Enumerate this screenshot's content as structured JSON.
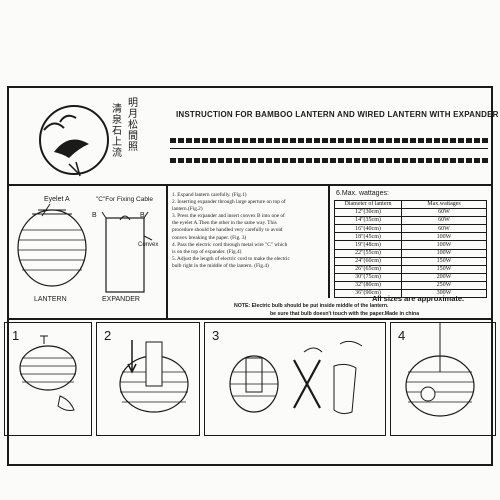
{
  "header": {
    "title": "INSTRUCTION  FOR  BAMBOO LANTERN AND WIRED LANTERN WITH EXPANDER",
    "calligraphy": [
      "明月松間照",
      "清泉石上流"
    ]
  },
  "diagram": {
    "eyelet_label": "Eyelet A",
    "c_label": "\"C\"For Fixing Cable",
    "b_left": "B",
    "b_right": "B",
    "convex_label": "Convex",
    "lantern_label": "LANTERN",
    "expander_label": "EXPANDER"
  },
  "instructions": [
    "1. Expand lantern carefully. (Fig.1)",
    "2. Inserting expander through large aperture on top of",
    "    lantern.(Fig.2)",
    "3. Press the expander and insert convex B into one of",
    "    the eyelet A.Then the other in the same way. This",
    "    procedure should be handled very carefully to avoid",
    "    convex breaking the paper. (Fig. 3)",
    "4. Pass the electric cord through metal wire \"C\" which",
    "    is on the top of expander. (Fig.4)",
    "5. Adjust the length of electric cord to make the electric",
    "    bulb right in the middle of the lantern. (Fig.4)"
  ],
  "wattage": {
    "heading": "6.Max. wattages:",
    "col1": "Diameter of lantern",
    "col2": "Max.wattages",
    "rows": [
      [
        "12\"(30cm)",
        "60W"
      ],
      [
        "14\"(35cm)",
        "60W"
      ],
      [
        "16\"(40cm)",
        "60W"
      ],
      [
        "18\"(45cm)",
        "100W"
      ],
      [
        "19\"(48cm)",
        "100W"
      ],
      [
        "22\"(55cm)",
        "100W"
      ],
      [
        "24\"(60cm)",
        "150W"
      ],
      [
        "26\"(65cm)",
        "150W"
      ],
      [
        "30\"(75cm)",
        "200W"
      ],
      [
        "32\"(80cm)",
        "250W"
      ],
      [
        "36\"(90cm)",
        "300W"
      ]
    ],
    "approx": "All sizes are approximate."
  },
  "note": {
    "line1": "NOTE: Electric bulb should be put inside middle of the lantern.",
    "line2": "be sure that bulb doesn't touch with the paper.Made in china"
  },
  "steps": [
    "1",
    "2",
    "3",
    "4"
  ]
}
